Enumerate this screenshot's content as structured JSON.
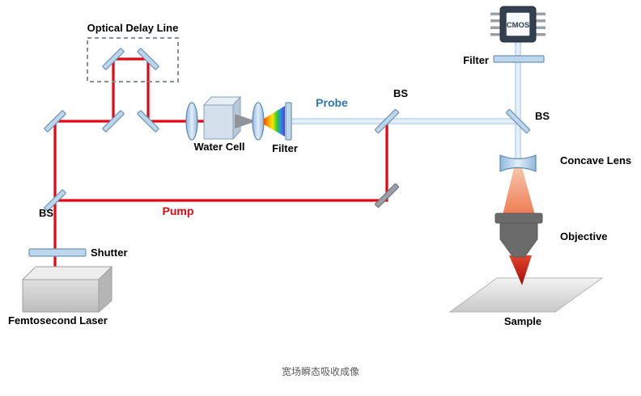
{
  "diagram": {
    "caption": "宽场瞬态吸收成像",
    "labels": {
      "optical_delay_line": "Optical Delay Line",
      "shutter": "Shutter",
      "bs_lower": "BS",
      "bs_probe": "BS",
      "bs_upper_right": "BS",
      "pump": "Pump",
      "probe": "Probe",
      "femtosecond_laser": "Femtosecond Laser",
      "water_cell": "Water Cell",
      "filter_probe": "Filter",
      "filter_camera": "Filter",
      "cmos": "CMOS",
      "concave_lens": "Concave Lens",
      "objective": "Objective",
      "sample": "Sample"
    },
    "colors": {
      "pump_beam": "#e30613",
      "probe_beam_fill": "#cfe2f3",
      "pump_label": "#e30613",
      "probe_label": "#2e74b5"
    }
  }
}
